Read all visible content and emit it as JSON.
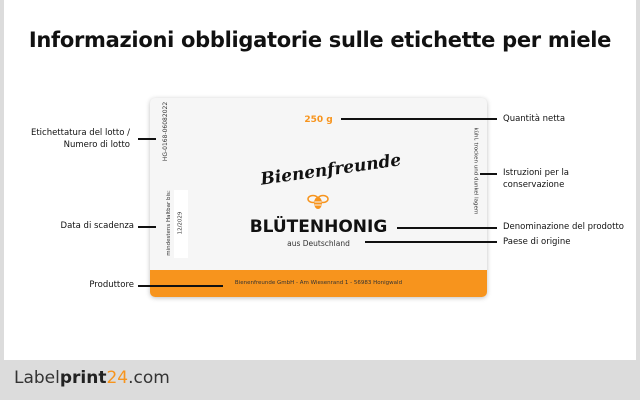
{
  "title": "Informazioni obbligatorie sulle etichette per miele",
  "label": {
    "weight": "250 g",
    "brand": "Bienenfreunde",
    "product": "BLÜTENHONIG",
    "origin": "aus Deutschland",
    "lot": "HG-0168-06082022",
    "best_before_label": "mindestens Haltbar bis:",
    "best_before_date": "12/2029",
    "storage": "kühl, trocken und dunkel lagern",
    "producer": "Bienenfreunde GmbH - Am Wiesenrand 1 - 56983 Honigwald",
    "accent": "#f7941d"
  },
  "callouts": {
    "lot": "Etichettatura del lotto /",
    "lot2": "Numero di lotto",
    "expiry": "Data di scadenza",
    "producer": "Produttore",
    "quantity": "Quantità netta",
    "storage": "Istruzioni per la",
    "storage2": "conservazione",
    "name": "Denominazione del prodotto",
    "origin": "Paese di origine"
  },
  "footer": {
    "logo_a": "Label",
    "logo_b": "print",
    "logo_c": "24",
    ".com": ".com"
  }
}
